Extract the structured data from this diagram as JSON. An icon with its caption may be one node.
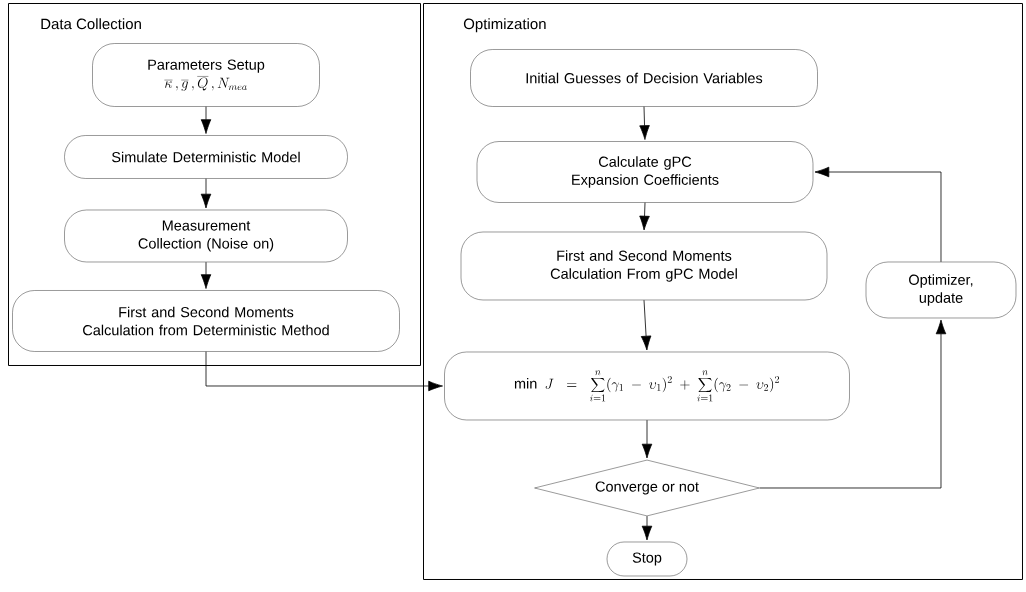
{
  "diagram": {
    "nodes": [
      {
        "text": [
          "Data Collection"
        ]
      },
      {
        "text": [
          "Parameters Setup",
          "\\overline{\\kappa}\\,,\\overline{g}\\,,\\overline{Q}\\,,N_{mea}"
        ],
        "in": 0
      },
      {
        "text": [
          "Simulate Deterministic Model"
        ],
        "in": 0
      },
      {
        "text": [
          "Measurement Collection (Noise on)"
        ],
        "in": 0
      },
      {
        "text": [
          "First and Second Moments Calculation from Deterministic Method"
        ],
        "in": 0
      },
      {
        "text": [
          "Optimization"
        ]
      },
      {
        "text": [
          "Initial Guesses of Decision Variables"
        ],
        "in": 5
      },
      {
        "text": [
          "Calculate gPC Expansion Coefficients"
        ],
        "in": 5
      },
      {
        "text": [
          "First and Second Moments Calculation From gPC Model"
        ],
        "in": 5
      },
      {
        "text": [
          "Optimizer, update"
        ],
        "in": 5
      },
      {
        "text": [
          "\\min\\ J=\\sum_{i=1}^{n}(\\gamma_1-\\upsilon_1)^2+\\sum_{i=1}^{n}(\\gamma_2-\\upsilon_2)^2"
        ],
        "in": 5
      },
      {
        "text": [
          "Converge or not"
        ],
        "in": 5
      },
      {
        "text": [
          "Stop"
        ],
        "in": 5
      }
    ],
    "edges": [
      {
        "from": 1,
        "to": 2,
        "arrow": "to"
      },
      {
        "from": 2,
        "to": 3,
        "arrow": "to"
      },
      {
        "from": 3,
        "to": 4,
        "arrow": "to"
      },
      {
        "from": 4,
        "to": 10,
        "arrow": "to"
      },
      {
        "from": 6,
        "to": 7,
        "arrow": "to"
      },
      {
        "from": 7,
        "to": 8,
        "arrow": "to"
      },
      {
        "from": 8,
        "to": 10,
        "arrow": "to"
      },
      {
        "from": 10,
        "to": 11,
        "arrow": "to"
      },
      {
        "from": 11,
        "to": 12,
        "arrow": "to"
      },
      {
        "from": 11,
        "to": 9,
        "arrow": "to"
      },
      {
        "from": 9,
        "to": 7,
        "arrow": "to"
      }
    ]
  }
}
